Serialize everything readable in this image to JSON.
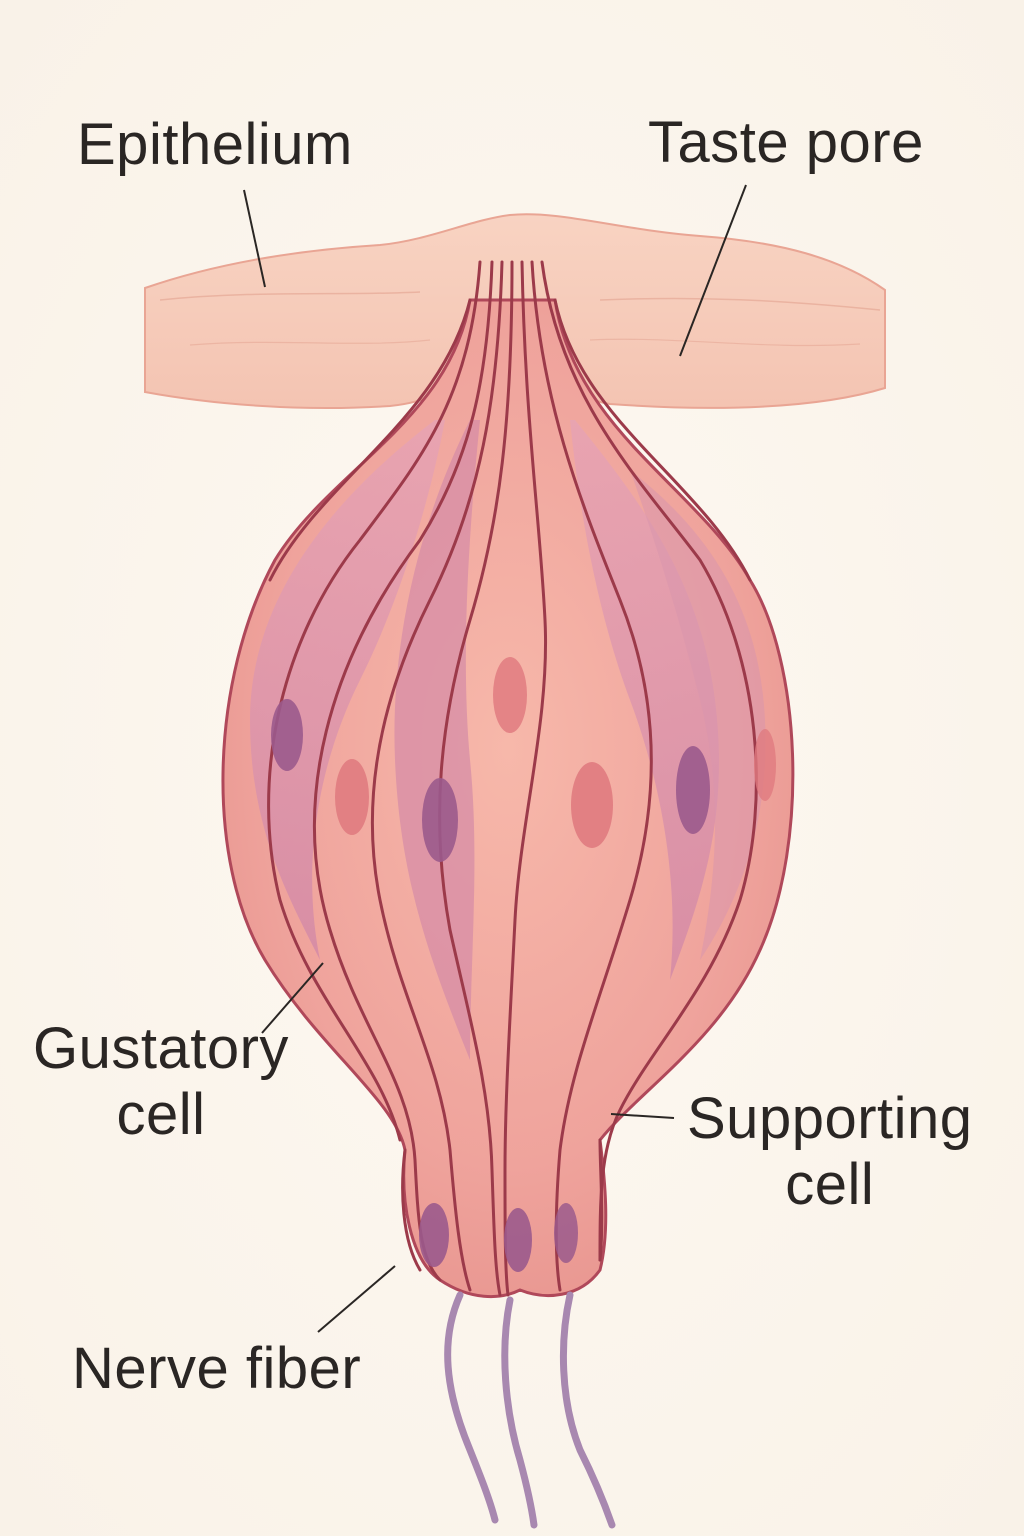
{
  "labels": {
    "epithelium": "Epithelium",
    "taste_pore": "Taste pore",
    "gustatory_line1": "Gustatory",
    "gustatory_line2": "cell",
    "supporting_line1": "Supporting",
    "supporting_line2": "cell",
    "nerve_fiber": "Nerve fiber"
  },
  "colors": {
    "background": "#fbf6ee",
    "epithelium_fill": "#f6cbb8",
    "cell_outline": "#9c3a4a",
    "bud_fill": "#efa39c",
    "gustatory_fill": "#d98ea8",
    "nucleus_purple": "#9b5a8c",
    "nucleus_red": "#e07b80",
    "nerve_fiber": "#a888b0",
    "leader_line": "#2a2624",
    "label_text": "#2a2624"
  }
}
